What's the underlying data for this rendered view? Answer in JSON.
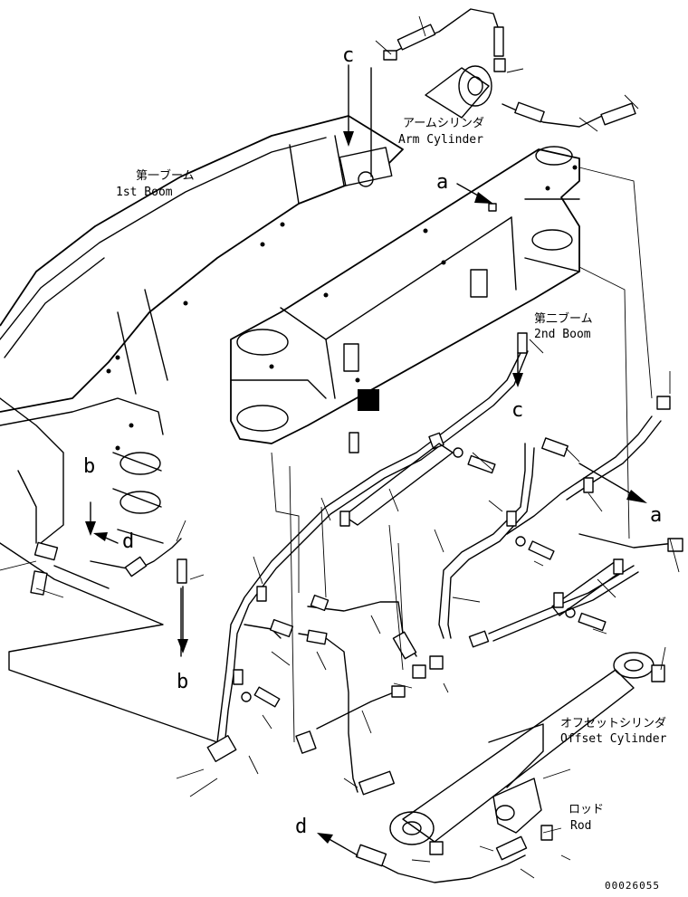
{
  "labels": {
    "arm_cylinder_jp": "アームシリンダ",
    "arm_cylinder_en": "Arm Cylinder",
    "boom1_jp": "第一ブーム",
    "boom1_en": "1st Boom",
    "boom2_jp": "第二ブーム",
    "boom2_en": "2nd Boom",
    "offset_cylinder_jp": "オフセットシリンダ",
    "offset_cylinder_en": "Offset Cylinder",
    "rod_jp": "ロッド",
    "rod_en": "Rod"
  },
  "refs": {
    "c_top": "c",
    "c_mid": "c",
    "a_top": "a",
    "a_right": "a",
    "b_left": "b",
    "b_low": "b",
    "d_left": "d",
    "d_low": "d"
  },
  "part_number": "00026055"
}
